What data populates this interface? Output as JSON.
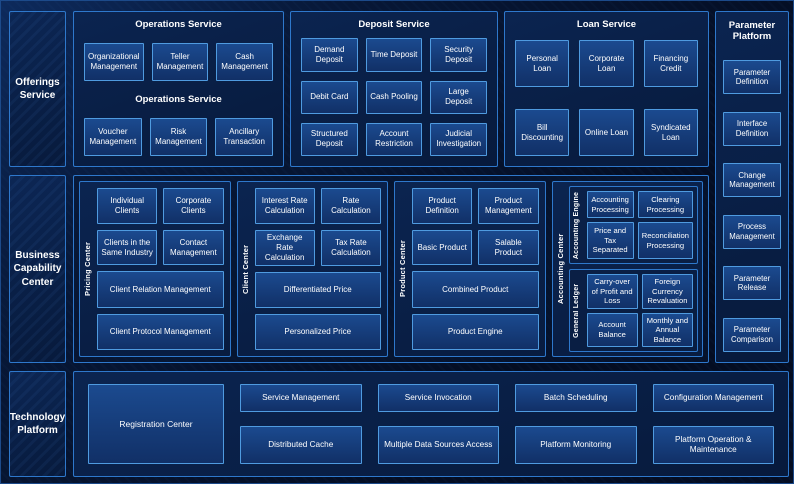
{
  "colors": {
    "background": "#040d22",
    "box_border": "#2e78cc",
    "item_border": "#4f9be0",
    "item_fill": "#174487",
    "text": "#ffffff"
  },
  "sidebar": {
    "offerings": "Offerings Service",
    "business": "Business Capability Center",
    "technology": "Technology Platform"
  },
  "operations": {
    "title": "Operations Service",
    "subtitle": "Operations Service",
    "row1": [
      "Organizational Management",
      "Teller Management",
      "Cash Management"
    ],
    "row2": [
      "Voucher Management",
      "Risk Management",
      "Ancillary Transaction"
    ]
  },
  "deposit": {
    "title": "Deposit Service",
    "items": [
      "Demand Deposit",
      "Time Deposit",
      "Security Deposit",
      "Debit Card",
      "Cash Pooling",
      "Large Deposit",
      "Structured Deposit",
      "Account Restriction",
      "Judicial Investigation"
    ]
  },
  "loan": {
    "title": "Loan Service",
    "items": [
      "Personal Loan",
      "Corporate Loan",
      "Financing Credit",
      "Bill Discounting",
      "Online Loan",
      "Syndicated Loan"
    ]
  },
  "parameter": {
    "title": "Parameter Platform",
    "items": [
      "Parameter Definition",
      "Interface Definition",
      "Change Management",
      "Process Management",
      "Parameter Release",
      "Parameter Comparison"
    ]
  },
  "pricing_center": {
    "label": "Pricing Center",
    "grid": [
      "Individual Clients",
      "Corporate Clients",
      "Clients in the Same Industry",
      "Contact Management"
    ],
    "wide": [
      "Client Relation Management",
      "Client Protocol Management"
    ]
  },
  "client_center": {
    "label": "Client Center",
    "grid": [
      "Interest Rate Calculation",
      "Rate Calculation",
      "Exchange Rate Calculation",
      "Tax Rate Calculation"
    ],
    "wide": [
      "Differentiated Price",
      "Personalized Price"
    ]
  },
  "product_center": {
    "label": "Product Center",
    "grid": [
      "Product Definition",
      "Product Management",
      "Basic Product",
      "Salable Product"
    ],
    "wide": [
      "Combined Product",
      "Product Engine"
    ]
  },
  "accounting_center": {
    "label": "Accounting Center",
    "engine": {
      "label": "Accounting Engine",
      "items": [
        "Accounting Processing",
        "Clearing Processing",
        "Price and Tax Separated",
        "Reconciliation Processing"
      ]
    },
    "ledger": {
      "label": "General Ledger",
      "items": [
        "Carry-over of Profit and Loss",
        "Foreign Currency Revaluation",
        "Account Balance",
        "Monthly and Annual Balance"
      ]
    }
  },
  "technology": {
    "registration": "Registration Center",
    "row1": [
      "Service Management",
      "Service Invocation",
      "Batch Scheduling",
      "Configuration Management"
    ],
    "row2": [
      "Distributed Cache",
      "Multiple Data Sources Access",
      "Platform Monitoring",
      "Platform Operation & Maintenance"
    ]
  }
}
